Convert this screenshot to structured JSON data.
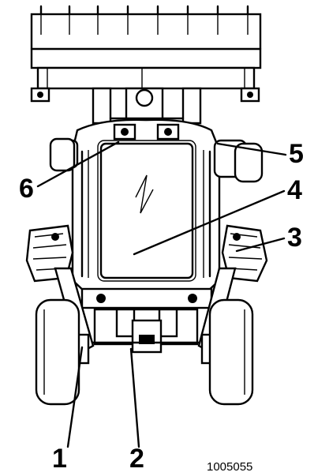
{
  "callouts": [
    "1",
    "2",
    "3",
    "4",
    "5",
    "6"
  ],
  "figure_id": "1005055",
  "colors": {
    "ink": "#000000",
    "paper": "#ffffff"
  }
}
